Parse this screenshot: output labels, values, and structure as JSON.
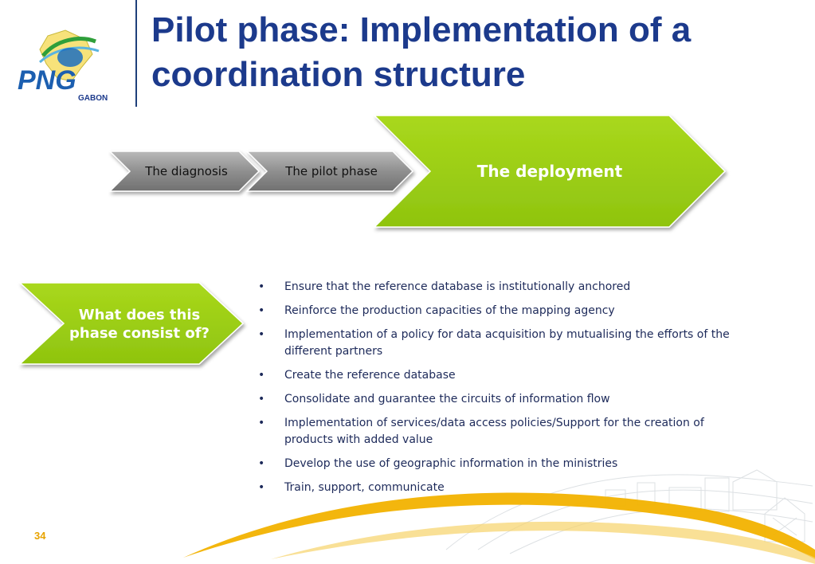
{
  "logo": {
    "text": "PNG",
    "subtext": "GABON"
  },
  "title": "Pilot phase: Implementation of a coordination structure",
  "steps": [
    {
      "label": "The diagnosis"
    },
    {
      "label": "The pilot phase"
    },
    {
      "label": "The deployment"
    }
  ],
  "question": {
    "label": "What does this phase consist of?"
  },
  "bullets": [
    "Ensure that the reference database is institutionally anchored",
    "Reinforce the production capacities of the mapping agency",
    "Implementation of a policy for data acquisition by mutualising the efforts of the different partners",
    "Create the reference database",
    "Consolidate and guarantee the circuits of information flow",
    " Implementation of services/data access policies/Support for the creation of products with added value",
    "Develop the use of geographic information in the ministries",
    "Train, support, communicate"
  ],
  "page_number": "34",
  "colors": {
    "title": "#1c3a8c",
    "green": "#9acd14",
    "gray": "#8a8a8a",
    "swoosh": "#f2b200"
  }
}
